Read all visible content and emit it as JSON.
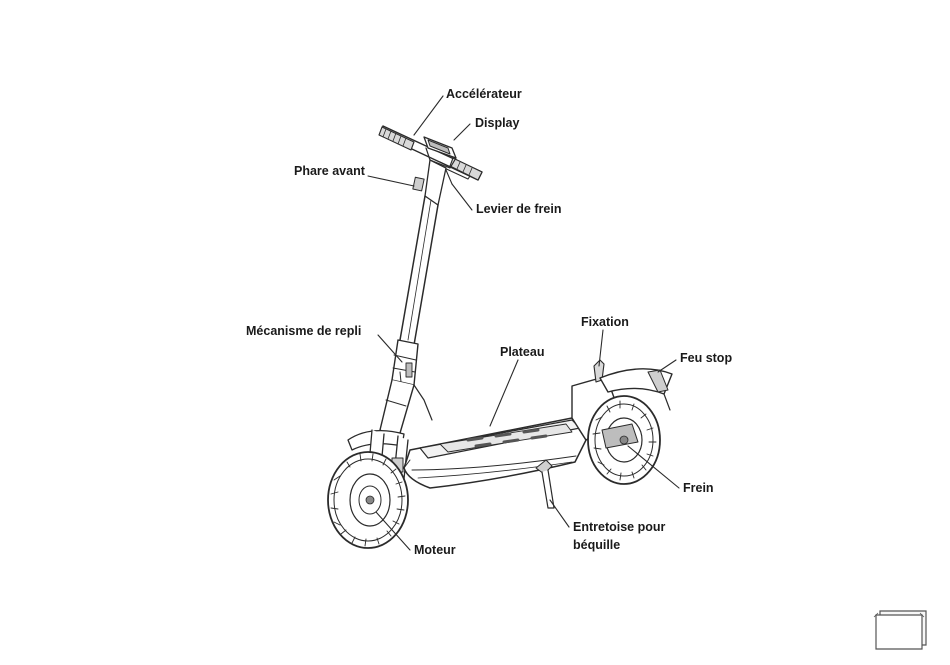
{
  "labels": {
    "accelerateur": "Accélérateur",
    "display": "Display",
    "phare_avant": "Phare avant",
    "levier_de_frein": "Levier de frein",
    "mecanisme_de_repli": "Mécanisme de repli",
    "fixation": "Fixation",
    "plateau": "Plateau",
    "feu_stop": "Feu stop",
    "frein": "Frein",
    "entretoise_line1": "Entretoise pour",
    "entretoise_line2": "béquille",
    "moteur": "Moteur"
  },
  "colors": {
    "line": "#2b2b2b",
    "text": "#1a1a1a",
    "background": "#ffffff"
  },
  "icons": {
    "corner": "stacked-pages-icon"
  }
}
